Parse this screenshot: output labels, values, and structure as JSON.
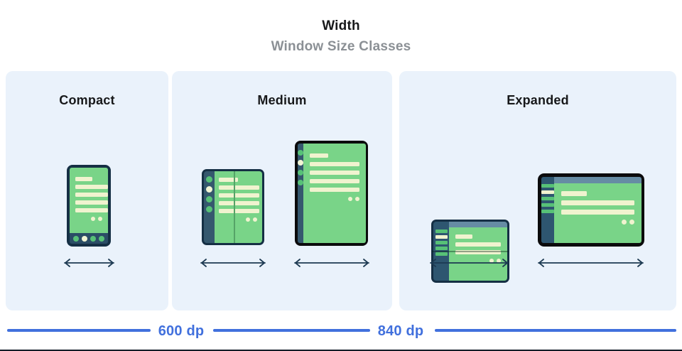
{
  "header": {
    "title": "Width",
    "subtitle": "Window Size Classes"
  },
  "panels": [
    {
      "id": "compact",
      "label": "Compact"
    },
    {
      "id": "medium",
      "label": "Medium"
    },
    {
      "id": "expanded",
      "label": "Expanded"
    }
  ],
  "breakpoints": {
    "first": "600 dp",
    "second": "840 dp"
  },
  "devices": [
    {
      "panel": "compact",
      "type": "phone-portrait",
      "frame": "navy",
      "nav_dots": [
        "green",
        "cream",
        "green",
        "green"
      ],
      "content_lines": 5,
      "content_dots": 2
    },
    {
      "panel": "medium",
      "type": "foldable-portrait",
      "frame": "navy",
      "rail_dots": [
        "green",
        "cream",
        "green",
        "green"
      ],
      "fold": "vertical",
      "content_lines": 5,
      "content_dots": 2
    },
    {
      "panel": "medium",
      "type": "tablet-portrait",
      "frame": "black",
      "rail_dots": [
        "green",
        "cream",
        "green",
        "green"
      ],
      "content_lines": 5,
      "content_dots": 2
    },
    {
      "panel": "expanded",
      "type": "foldable-landscape",
      "frame": "navy",
      "rail_bars": [
        "green",
        "cream",
        "green",
        "green",
        "green"
      ],
      "fold": "horizontal",
      "top_bar": true,
      "content_lines": 3,
      "content_dots": 2
    },
    {
      "panel": "expanded",
      "type": "tablet-landscape",
      "frame": "black",
      "rail_bars": [
        "green",
        "cream",
        "green",
        "green",
        "green"
      ],
      "top_bar": true,
      "content_lines": 3,
      "content_dots": 2
    }
  ],
  "colors": {
    "panel_background": "#eaf2fb",
    "frame_navy": "#152f44",
    "frame_black": "#0b0b0c",
    "sidebar_navy": "#35586e",
    "sidebar_navy_dark": "#2e5670",
    "nav_bar_navy": "#2b4d66",
    "top_bar_blue_gray": "#668ca4",
    "screen_green": "#79d488",
    "accent_green": "#57c177",
    "content_cream": "#f0f3cf",
    "fold_line_green": "#55a367",
    "arrow_navy": "#1d3a52",
    "ruler_blue": "#4170dd",
    "title_black": "#17181a",
    "subtitle_gray": "#8b9095"
  }
}
